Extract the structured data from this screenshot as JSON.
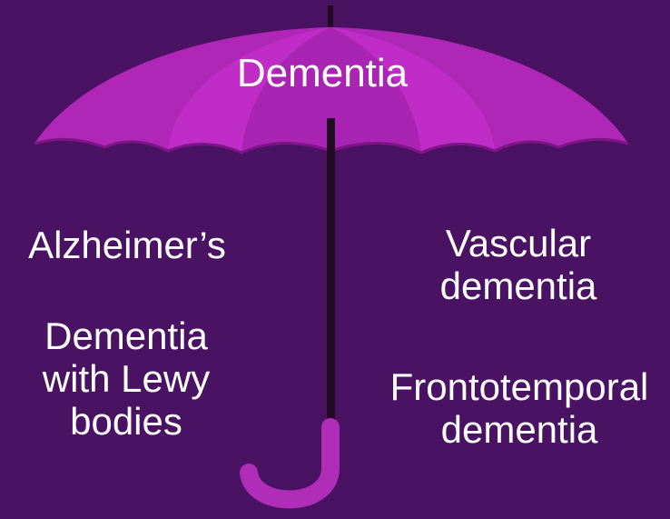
{
  "title": "Dementia",
  "types": {
    "left_top": "Alzheimer’s",
    "left_bottom": [
      "Dementia",
      "with Lewy",
      "bodies"
    ],
    "right_top": [
      "Vascular",
      "dementia"
    ],
    "right_bottom": [
      "Frontotemporal",
      "dementia"
    ]
  },
  "colors": {
    "background": "#4a1262",
    "canopy": "#c02cc6",
    "canopy_shade": "#8e1a9a",
    "handle": "#b02db8",
    "shaft": "#1f0a22",
    "text": "#ffffff"
  },
  "icon": "umbrella-icon"
}
